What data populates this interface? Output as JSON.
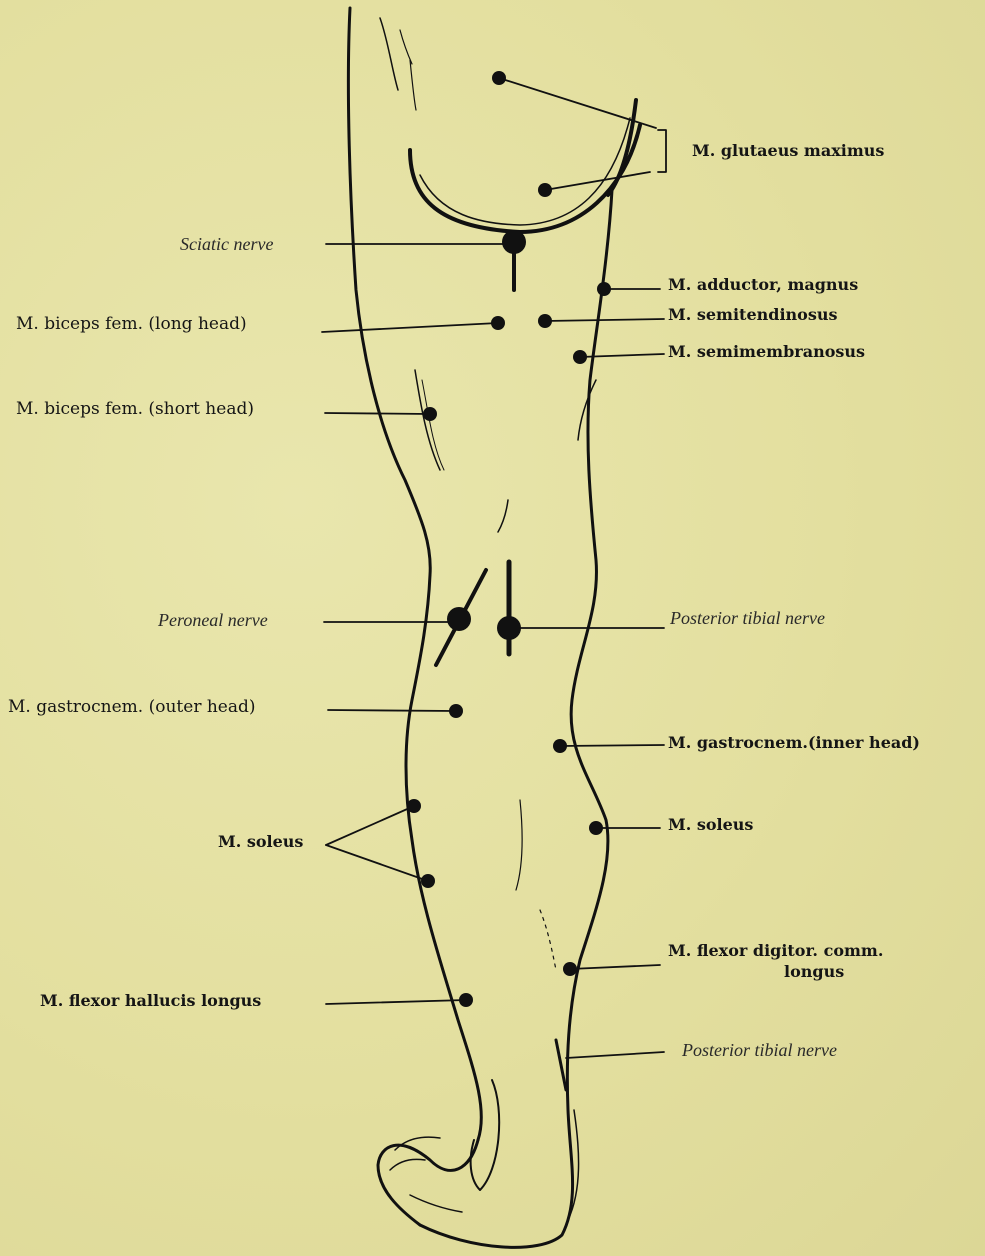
{
  "labels": {
    "glutaeus_maximus": "M. glutaeus maximus",
    "sciatic_nerve": "Sciatic nerve",
    "adductor_magnus": "M. adductor, magnus",
    "biceps_long": "M. biceps fem. (long head)",
    "semitendinosus": "M. semitendinosus",
    "semimembranosus": "M. semimembranosus",
    "biceps_short": "M. biceps fem. (short head)",
    "peroneal_nerve": "Peroneal nerve",
    "posterior_tibial_nerve_upper": "Posterior tibial nerve",
    "gastrocnem_outer": "M. gastrocnem. (outer head)",
    "gastrocnem_inner": "M. gastrocnem.(inner head)",
    "soleus_left": "M. soleus",
    "soleus_right": "M. soleus",
    "flexor_digitor_line1": "M. flexor digitor. comm.",
    "flexor_digitor_line2": "longus",
    "flexor_hallucis": "M. flexor hallucis longus",
    "posterior_tibial_nerve_lower": "Posterior tibial nerve"
  },
  "colors": {
    "paper": "#e4e0a2",
    "ink": "#151515"
  }
}
